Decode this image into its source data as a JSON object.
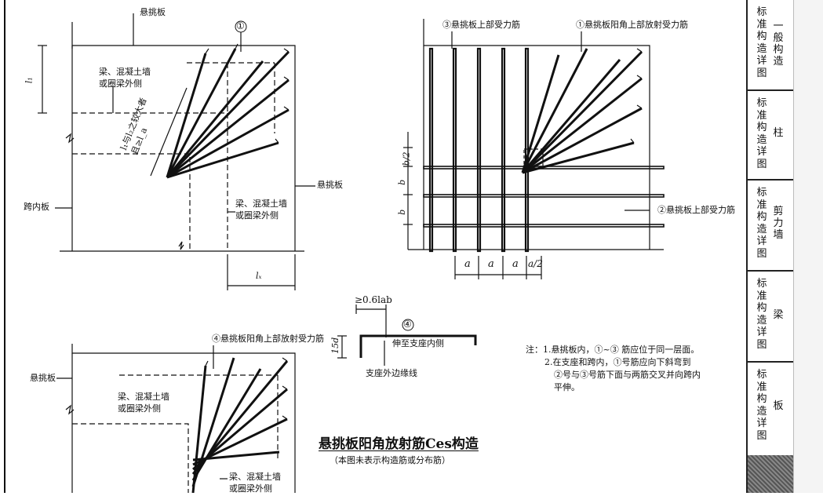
{
  "labels": {
    "cantilever_slab_top": "悬挑板",
    "bar1_marker": "①",
    "wall_outer_1": "梁、混凝土墙\n或圈梁外侧",
    "l1_symbol": "l₁",
    "bar_length_note": "l₁与l₂之较大者\n且≥l_a",
    "cantilever_slab_right": "悬挑板",
    "inner_span_slab": "跨内板",
    "wall_outer_2": "梁、混凝土墙\n或圈梁外侧",
    "lx_symbol": "lₓ",
    "bar3_label": "③悬挑板上部受力筋",
    "bar1_label": "①悬挑板阳角上部放射受力筋",
    "b_half": "b/2",
    "b1": "b",
    "b2": "b",
    "bar2_label": "②悬挑板上部受力筋",
    "a1": "a",
    "a2": "a",
    "a3": "a",
    "a_half": "a/2",
    "anchor_len": "≥0.6lab",
    "bar4_marker": "④",
    "d15": "15d",
    "extend_to_support": "伸至支座内侧",
    "support_outer_edge": "支座外边缘线",
    "bar4_label": "④悬挑板阳角上部放射受力筋",
    "cantilever_slab_left": "悬挑板",
    "wall_outer_3": "梁、混凝土墙\n或圈梁外侧",
    "wall_outer_4": "梁、混凝土墙\n或圈梁外侧"
  },
  "title": "悬挑板阳角放射筋Ces构造",
  "subtitle": "（本图未表示构造筋或分布筋）",
  "notes": {
    "line1": "注：1.悬挑板内，①~③ 筋应位于同一层面。",
    "line2": "2.在支座和跨内，①号筋应向下斜弯到",
    "line3": "②号与③号筋下面与两筋交叉并向跨内",
    "line4": "平伸。"
  },
  "sidebar": [
    {
      "std": "标准构造详图",
      "name": "一般构造"
    },
    {
      "std": "标准构造详图",
      "name": "柱"
    },
    {
      "std": "标准构造详图",
      "name": "剪力墙"
    },
    {
      "std": "标准构造详图",
      "name": "梁"
    },
    {
      "std": "标准构造详图",
      "name": "板"
    }
  ]
}
